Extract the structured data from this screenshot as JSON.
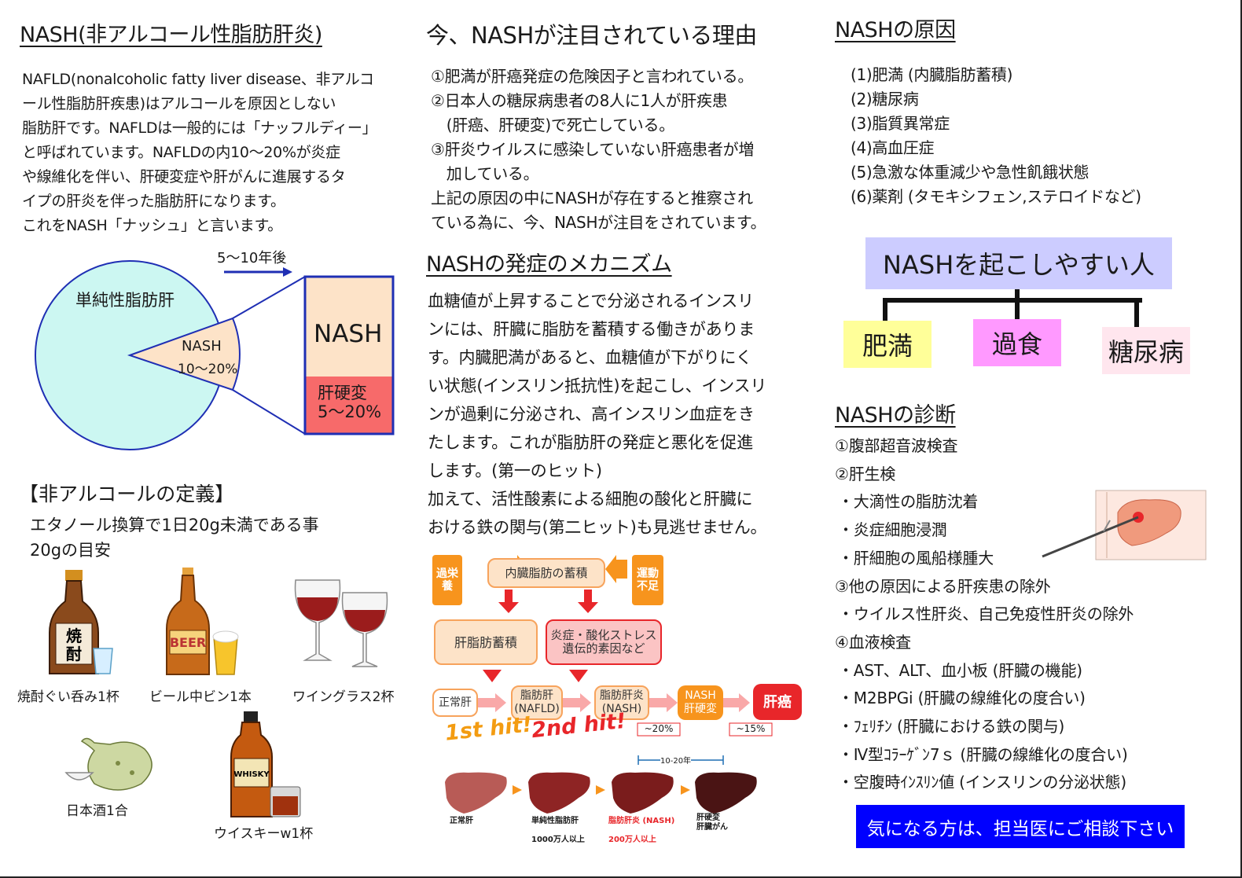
{
  "col1": {
    "title": "NASH(非アルコール性脂肪肝炎)",
    "intro_lines": [
      "NAFLD(nonalcoholic fatty liver disease、非アルコ",
      "ール性脂肪肝疾患)はアルコールを原因としない",
      "脂肪肝です。NAFLDは一般的には「ナッフルディー」",
      "と呼ばれています。NAFLDの内10〜20%が炎症",
      "や線維化を伴い、肝硬変症や肝がんに進展するタ",
      "イプの肝炎を伴った脂肪肝になります。",
      "これをNASH「ナッシュ」と言います。"
    ],
    "pie": {
      "arrow_label": "5〜10年後",
      "simple_label": "単純性脂肪肝",
      "nash_label": "NASH",
      "nash_pct": "10〜20%",
      "box_nash": "NASH",
      "box_cirrhosis": "肝硬変",
      "box_cirrhosis_pct": "5〜20%"
    },
    "definition": {
      "title": "【非アルコールの定義】",
      "line1": "エタノール換算で1日20g未満である事",
      "line2": "20gの目安"
    },
    "drinks": [
      {
        "caption": "焼酎ぐい呑み1杯",
        "label": "焼酎"
      },
      {
        "caption": "ビール中ビン1本",
        "label": "BEER"
      },
      {
        "caption": "ワイングラス2杯"
      },
      {
        "caption": "日本酒1合"
      },
      {
        "caption": "ウイスキーw1杯",
        "label": "WHISKY"
      }
    ]
  },
  "col2": {
    "title": "今、NASHが注目されている理由",
    "reasons": [
      "①肥満が肝癌発症の危険因子と言われている。",
      "②日本人の糖尿病患者の8人に1人が肝疾患",
      "　(肝癌、肝硬変)で死亡している。",
      "③肝炎ウイルスに感染していない肝癌患者が増",
      "　加している。",
      "上記の原因の中にNASHが存在すると推察され",
      "ている為に、今、NASHが注目をされています。"
    ],
    "mechanism_title": "NASHの発症のメカニズム",
    "mechanism_lines": [
      "血糖値が上昇することで分泌されるインスリ",
      "ンには、肝臓に脂肪を蓄積する働きがありま",
      "す。内臓肥満があると、血糖値が下がりにく",
      "い状態(インスリン抵抗性)を起こし、インスリ",
      "ンが過剰に分泌され、高インスリン血症をき",
      "たします。これが脂肪肝の発症と悪化を促進",
      "します。(第一のヒット)",
      "加えて、活性酸素による細胞の酸化と肝臓に",
      "おける鉄の関与(第二ヒット)も見逃せません。"
    ],
    "flow": {
      "overeating": "過栄養",
      "visceral_fat": "内臓脂肪の蓄積",
      "no_exercise": "運動不足",
      "liver_fat": "肝脂肪蓄積",
      "inflammation": "炎症・酸化ストレス\n遺伝的素因など",
      "normal": "正常肝",
      "nafld": "脂肪肝\n(NAFLD)",
      "nash": "脂肪肝炎\n(NASH)",
      "nash_cirrhosis": "NASH\n肝硬変",
      "cancer": "肝癌",
      "hit1": "1st hit!",
      "hit2": "2nd hit!",
      "pct1": "~20%",
      "pct2": "~15%",
      "years": "10-20年"
    },
    "livers": [
      {
        "label": "正常肝",
        "sub": ""
      },
      {
        "label": "単純性脂肪肝",
        "sub": "1000万人以上"
      },
      {
        "label": "脂肪肝炎 (NASH)",
        "sub": "200万人以上"
      },
      {
        "label": "肝硬変\n肝臓がん",
        "sub": ""
      }
    ],
    "colors": {
      "flow_orange": "#f7941d",
      "flow_red": "#e8262a",
      "hit_orange": "#f39c12"
    }
  },
  "col3": {
    "cause_title": "NASHの原因",
    "causes": [
      "(1)肥満 (内臓脂肪蓄積)",
      "(2)糖尿病",
      "(3)脂質異常症",
      "(4)高血圧症",
      "(5)急激な体重減少や急性飢餓状態",
      "(6)薬剤 (タモキシフェン,ステロイドなど)"
    ],
    "risk_title": "NASHを起こしやすい人",
    "risk_items": [
      "肥満",
      "過食",
      "糖尿病"
    ],
    "diag_title": "NASHの診断",
    "diag_items": [
      "①腹部超音波検査",
      "②肝生検",
      "・大滴性の脂肪沈着",
      "・炎症細胞浸潤",
      "・肝細胞の風船様腫大",
      "③他の原因による肝疾患の除外",
      "・ウイルス性肝炎、自己免疫性肝炎の除外",
      "④血液検査",
      "・AST、ALT、血小板 (肝臓の機能)",
      "・M2BPGi (肝臓の線維化の度合い)",
      "・ﾌｪﾘﾁﾝ (肝臓における鉄の関与)",
      "・Ⅳ型ｺﾗｰｹﾞﾝ7ｓ (肝臓の線維化の度合い)",
      "・空腹時ｲﾝｽﾘﾝ値 (インスリンの分泌状態)"
    ],
    "contact": "気になる方は、担当医にご相談下さい",
    "colors": {
      "risk_title_bg": "#ccccff",
      "obesity_bg": "#ffff99",
      "overeating_bg": "#ff99ff",
      "diabetes_bg": "#ffe6ee",
      "contact_bg": "#0000ff"
    }
  }
}
